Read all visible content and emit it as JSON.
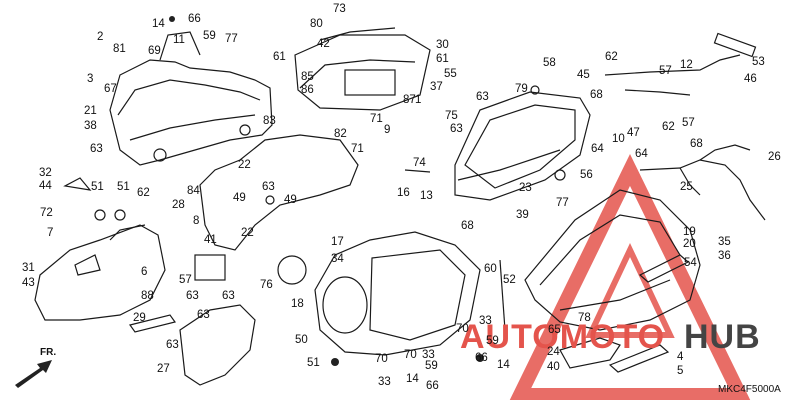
{
  "diagram": {
    "code": "MKC4F5000A",
    "front_label": "FR.",
    "watermark": {
      "text_left": "AUTOMOTO",
      "text_right": "HUB",
      "color_left": "#e4544c",
      "color_right": "#444444"
    },
    "part_labels": [
      "66",
      "14",
      "59",
      "11",
      "2",
      "81",
      "69",
      "77",
      "61",
      "73",
      "80",
      "30",
      "42",
      "61",
      "55",
      "53",
      "46",
      "62",
      "45",
      "12",
      "57",
      "85",
      "86",
      "87",
      "1",
      "3",
      "67",
      "21",
      "38",
      "83",
      "71",
      "9",
      "75",
      "37",
      "63",
      "63",
      "58",
      "79",
      "68",
      "57",
      "62",
      "63",
      "22",
      "84",
      "82",
      "71",
      "10",
      "47",
      "74",
      "16",
      "13",
      "64",
      "64",
      "68",
      "26",
      "32",
      "44",
      "49",
      "63",
      "49",
      "22",
      "28",
      "8",
      "51",
      "51",
      "62",
      "72",
      "7",
      "23",
      "39",
      "56",
      "77",
      "25",
      "19",
      "35",
      "20",
      "36",
      "41",
      "31",
      "43",
      "6",
      "88",
      "63",
      "57",
      "63",
      "17",
      "34",
      "76",
      "18",
      "68",
      "60",
      "52",
      "54",
      "50",
      "70",
      "33",
      "59",
      "70",
      "33",
      "66",
      "14",
      "78",
      "65",
      "24",
      "40",
      "4",
      "5",
      "29",
      "63",
      "63",
      "27",
      "51",
      "70",
      "33",
      "14",
      "59",
      "66"
    ]
  }
}
